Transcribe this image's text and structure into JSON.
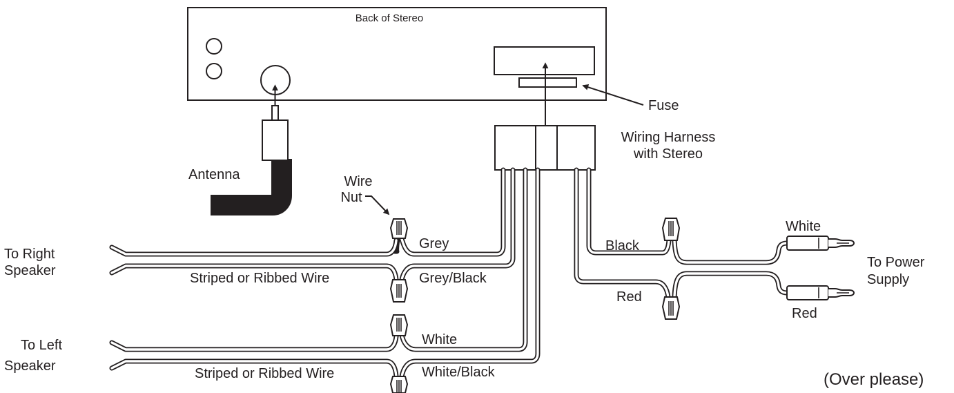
{
  "labels": {
    "back_of_stereo": "Back of Stereo",
    "fuse": "Fuse",
    "harness_line1": "Wiring Harness",
    "harness_line2": "with Stereo",
    "antenna": "Antenna",
    "wire_nut_line1": "Wire",
    "wire_nut_line2": "Nut",
    "right_speaker_line1": "To Right",
    "right_speaker_line2": "Speaker",
    "left_speaker_line1": "To Left",
    "left_speaker_line2": "Speaker",
    "power_supply_line1": "To Power",
    "power_supply_line2": "Supply",
    "over_please": "(Over please)"
  },
  "wires": {
    "grey": "Grey",
    "grey_black": "Grey/Black",
    "white": "White",
    "white_black": "White/Black",
    "striped_right": "Striped or Ribbed Wire",
    "striped_left": "Striped or Ribbed Wire",
    "black": "Black",
    "red": "Red",
    "power_white": "White",
    "power_red": "Red"
  }
}
